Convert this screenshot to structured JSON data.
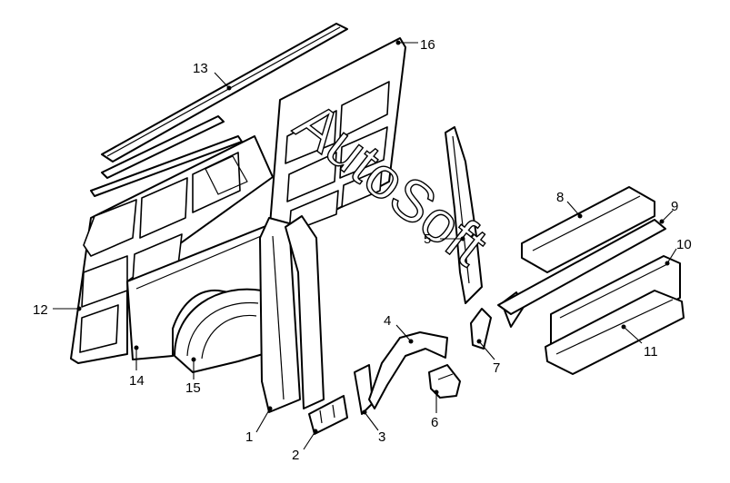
{
  "callouts": [
    {
      "id": "1",
      "label": "1"
    },
    {
      "id": "2",
      "label": "2"
    },
    {
      "id": "3",
      "label": "3"
    },
    {
      "id": "4",
      "label": "4"
    },
    {
      "id": "5",
      "label": "5"
    },
    {
      "id": "6",
      "label": "6"
    },
    {
      "id": "7",
      "label": "7"
    },
    {
      "id": "8",
      "label": "8"
    },
    {
      "id": "9",
      "label": "9"
    },
    {
      "id": "10",
      "label": "10"
    },
    {
      "id": "11",
      "label": "11"
    },
    {
      "id": "12",
      "label": "12"
    },
    {
      "id": "13",
      "label": "13"
    },
    {
      "id": "14",
      "label": "14"
    },
    {
      "id": "15",
      "label": "15"
    },
    {
      "id": "16",
      "label": "16"
    }
  ],
  "watermark": "AutoSoft"
}
